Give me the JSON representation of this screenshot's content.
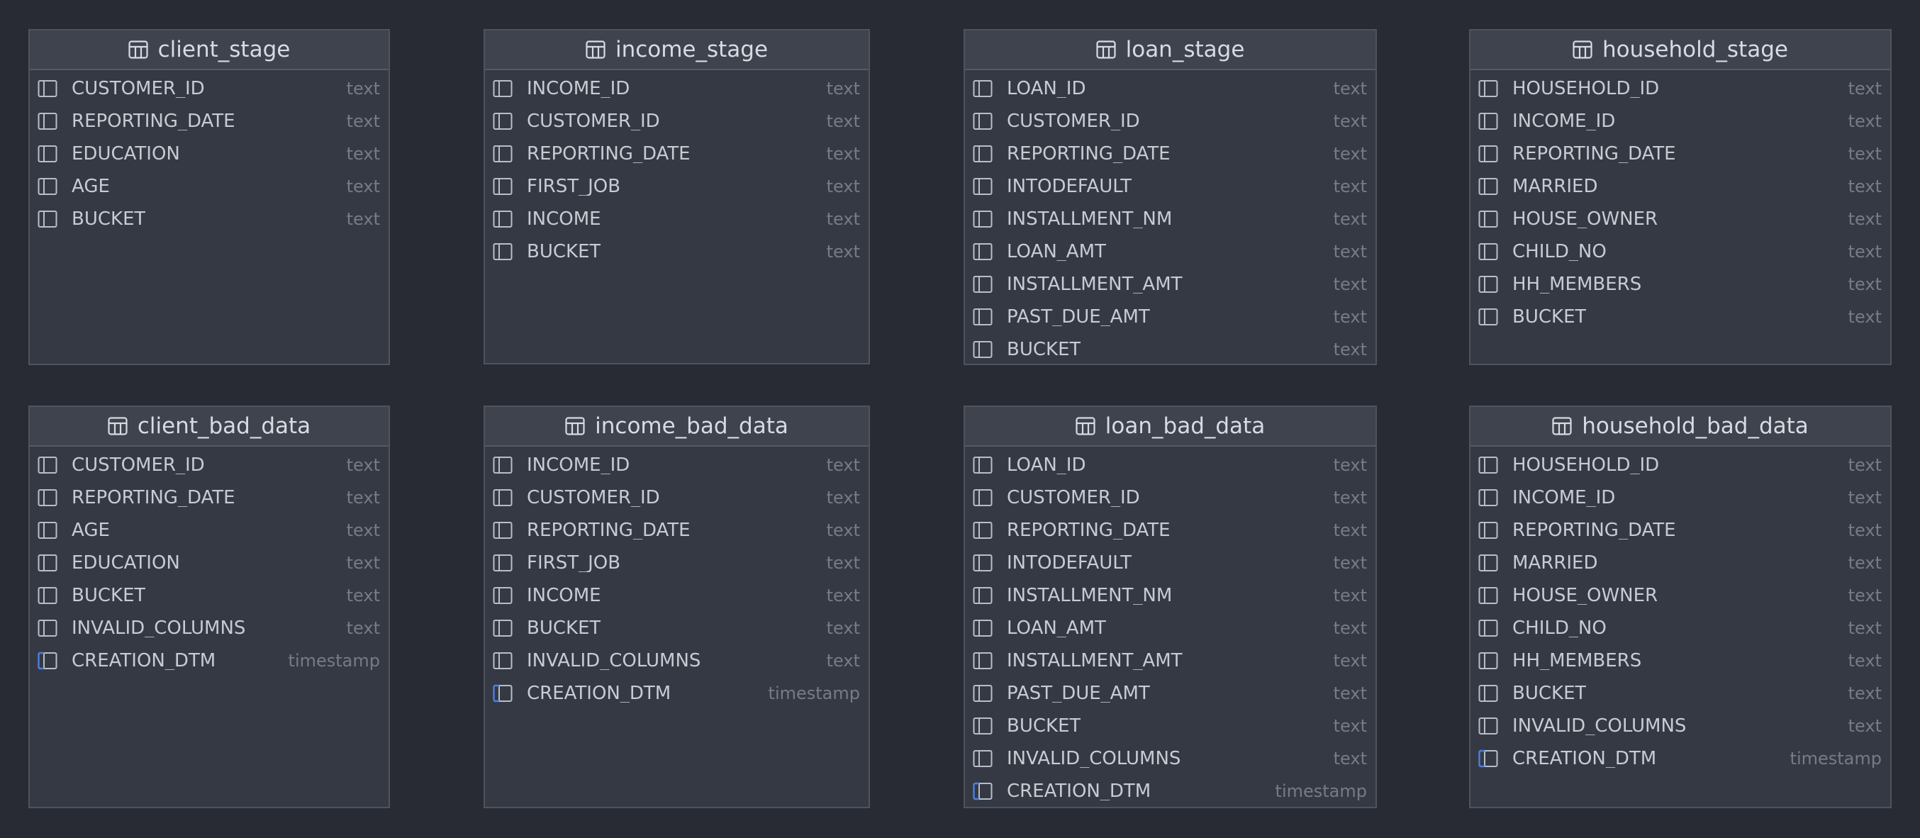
{
  "tables": [
    {
      "name": "client_stage",
      "columns": [
        {
          "name": "CUSTOMER_ID",
          "type": "text"
        },
        {
          "name": "REPORTING_DATE",
          "type": "text"
        },
        {
          "name": "EDUCATION",
          "type": "text"
        },
        {
          "name": "AGE",
          "type": "text"
        },
        {
          "name": "BUCKET",
          "type": "text"
        }
      ]
    },
    {
      "name": "income_stage",
      "columns": [
        {
          "name": "INCOME_ID",
          "type": "text"
        },
        {
          "name": "CUSTOMER_ID",
          "type": "text"
        },
        {
          "name": "REPORTING_DATE",
          "type": "text"
        },
        {
          "name": "FIRST_JOB",
          "type": "text"
        },
        {
          "name": "INCOME",
          "type": "text"
        },
        {
          "name": "BUCKET",
          "type": "text"
        }
      ]
    },
    {
      "name": "loan_stage",
      "columns": [
        {
          "name": "LOAN_ID",
          "type": "text"
        },
        {
          "name": "CUSTOMER_ID",
          "type": "text"
        },
        {
          "name": "REPORTING_DATE",
          "type": "text"
        },
        {
          "name": "INTODEFAULT",
          "type": "text"
        },
        {
          "name": "INSTALLMENT_NM",
          "type": "text"
        },
        {
          "name": "LOAN_AMT",
          "type": "text"
        },
        {
          "name": "INSTALLMENT_AMT",
          "type": "text"
        },
        {
          "name": "PAST_DUE_AMT",
          "type": "text"
        },
        {
          "name": "BUCKET",
          "type": "text"
        }
      ]
    },
    {
      "name": "household_stage",
      "columns": [
        {
          "name": "HOUSEHOLD_ID",
          "type": "text"
        },
        {
          "name": "INCOME_ID",
          "type": "text"
        },
        {
          "name": "REPORTING_DATE",
          "type": "text"
        },
        {
          "name": "MARRIED",
          "type": "text"
        },
        {
          "name": "HOUSE_OWNER",
          "type": "text"
        },
        {
          "name": "CHILD_NO",
          "type": "text"
        },
        {
          "name": "HH_MEMBERS",
          "type": "text"
        },
        {
          "name": "BUCKET",
          "type": "text"
        }
      ]
    },
    {
      "name": "client_bad_data",
      "columns": [
        {
          "name": "CUSTOMER_ID",
          "type": "text"
        },
        {
          "name": "REPORTING_DATE",
          "type": "text"
        },
        {
          "name": "AGE",
          "type": "text"
        },
        {
          "name": "EDUCATION",
          "type": "text"
        },
        {
          "name": "BUCKET",
          "type": "text"
        },
        {
          "name": "INVALID_COLUMNS",
          "type": "text"
        },
        {
          "name": "CREATION_DTM",
          "type": "timestamp"
        }
      ]
    },
    {
      "name": "income_bad_data",
      "columns": [
        {
          "name": "INCOME_ID",
          "type": "text"
        },
        {
          "name": "CUSTOMER_ID",
          "type": "text"
        },
        {
          "name": "REPORTING_DATE",
          "type": "text"
        },
        {
          "name": "FIRST_JOB",
          "type": "text"
        },
        {
          "name": "INCOME",
          "type": "text"
        },
        {
          "name": "BUCKET",
          "type": "text"
        },
        {
          "name": "INVALID_COLUMNS",
          "type": "text"
        },
        {
          "name": "CREATION_DTM",
          "type": "timestamp"
        }
      ]
    },
    {
      "name": "loan_bad_data",
      "columns": [
        {
          "name": "LOAN_ID",
          "type": "text"
        },
        {
          "name": "CUSTOMER_ID",
          "type": "text"
        },
        {
          "name": "REPORTING_DATE",
          "type": "text"
        },
        {
          "name": "INTODEFAULT",
          "type": "text"
        },
        {
          "name": "INSTALLMENT_NM",
          "type": "text"
        },
        {
          "name": "LOAN_AMT",
          "type": "text"
        },
        {
          "name": "INSTALLMENT_AMT",
          "type": "text"
        },
        {
          "name": "PAST_DUE_AMT",
          "type": "text"
        },
        {
          "name": "BUCKET",
          "type": "text"
        },
        {
          "name": "INVALID_COLUMNS",
          "type": "text"
        },
        {
          "name": "CREATION_DTM",
          "type": "timestamp"
        }
      ]
    },
    {
      "name": "household_bad_data",
      "columns": [
        {
          "name": "HOUSEHOLD_ID",
          "type": "text"
        },
        {
          "name": "INCOME_ID",
          "type": "text"
        },
        {
          "name": "REPORTING_DATE",
          "type": "text"
        },
        {
          "name": "MARRIED",
          "type": "text"
        },
        {
          "name": "HOUSE_OWNER",
          "type": "text"
        },
        {
          "name": "CHILD_NO",
          "type": "text"
        },
        {
          "name": "HH_MEMBERS",
          "type": "text"
        },
        {
          "name": "BUCKET",
          "type": "text"
        },
        {
          "name": "INVALID_COLUMNS",
          "type": "text"
        },
        {
          "name": "CREATION_DTM",
          "type": "timestamp"
        }
      ]
    }
  ],
  "colors": {
    "canvas": "#282b33",
    "table_body": "#353944",
    "table_header": "#3e434e",
    "table_border": "#4f535d",
    "title_text": "#d7dbe2",
    "column_text": "#c7cbd2",
    "type_text": "#767b85",
    "column_icon": "#b9bec6",
    "timestamp_icon_accent": "#4d7fe0"
  }
}
